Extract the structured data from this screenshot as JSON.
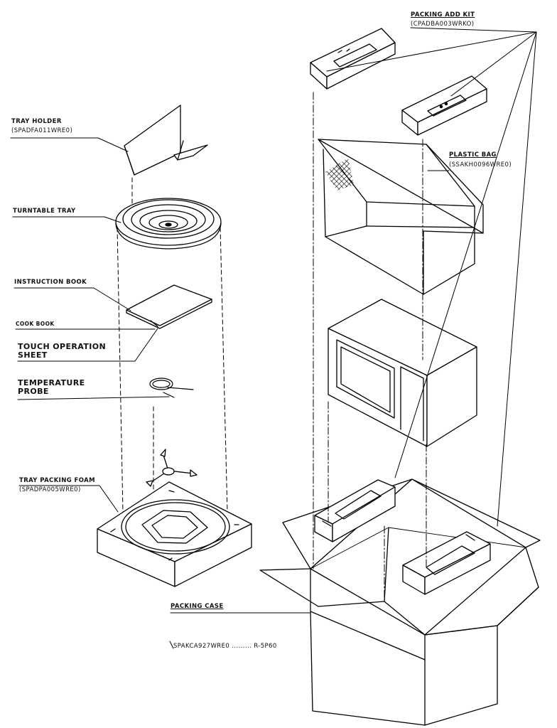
{
  "labels": {
    "packing_add_kit": "PACKING ADD KIT",
    "packing_add_kit_code": "(CPADBA003WRKO)",
    "tray_holder": "TRAY HOLDER",
    "tray_holder_code": "(SPADFA011WRE0)",
    "plastic_bag": "PLASTIC BAG",
    "plastic_bag_code": "(SSAKH0096WRE0)",
    "turntable_tray": "TURNTABLE TRAY",
    "instruction_book": "INSTRUCTION BOOK",
    "cook_book": "COOK BOOK",
    "touch_operation_sheet_line1": "TOUCH OPERATION",
    "touch_operation_sheet_line2": "SHEET",
    "temperature_probe_line1": "TEMPERATURE",
    "temperature_probe_line2": "PROBE",
    "tray_packing_foam": "TRAY PACKING FOAM",
    "tray_packing_foam_code": "(SPADPA005WRE0)",
    "packing_case": "PACKING CASE",
    "packing_case_code": "SPAKCA927WRE0",
    "packing_case_model": "R-5P60"
  }
}
